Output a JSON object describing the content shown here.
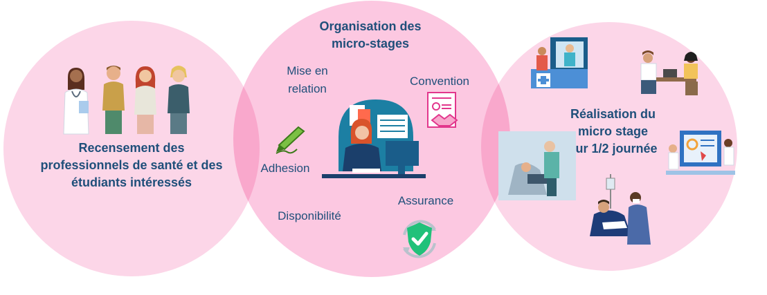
{
  "left": {
    "title_lines": [
      "Recensement des",
      "professionnels de santé et des",
      "étudiants intéressés"
    ]
  },
  "middle": {
    "title_lines": [
      "Organisation des",
      "micro-stages"
    ],
    "labels": {
      "mise_en_relation": [
        "Mise en",
        "relation"
      ],
      "convention": "Convention",
      "adhesion": "Adhesion",
      "disponibilite": "Disponibilité",
      "assurance": "Assurance"
    }
  },
  "right": {
    "title_lines": [
      "Réalisation du",
      "micro stage",
      "sur 1/2 journée"
    ]
  },
  "colors": {
    "circle_fill": "#fcd6e8",
    "text": "#1f4f7a",
    "shield_green": "#21c17a"
  }
}
